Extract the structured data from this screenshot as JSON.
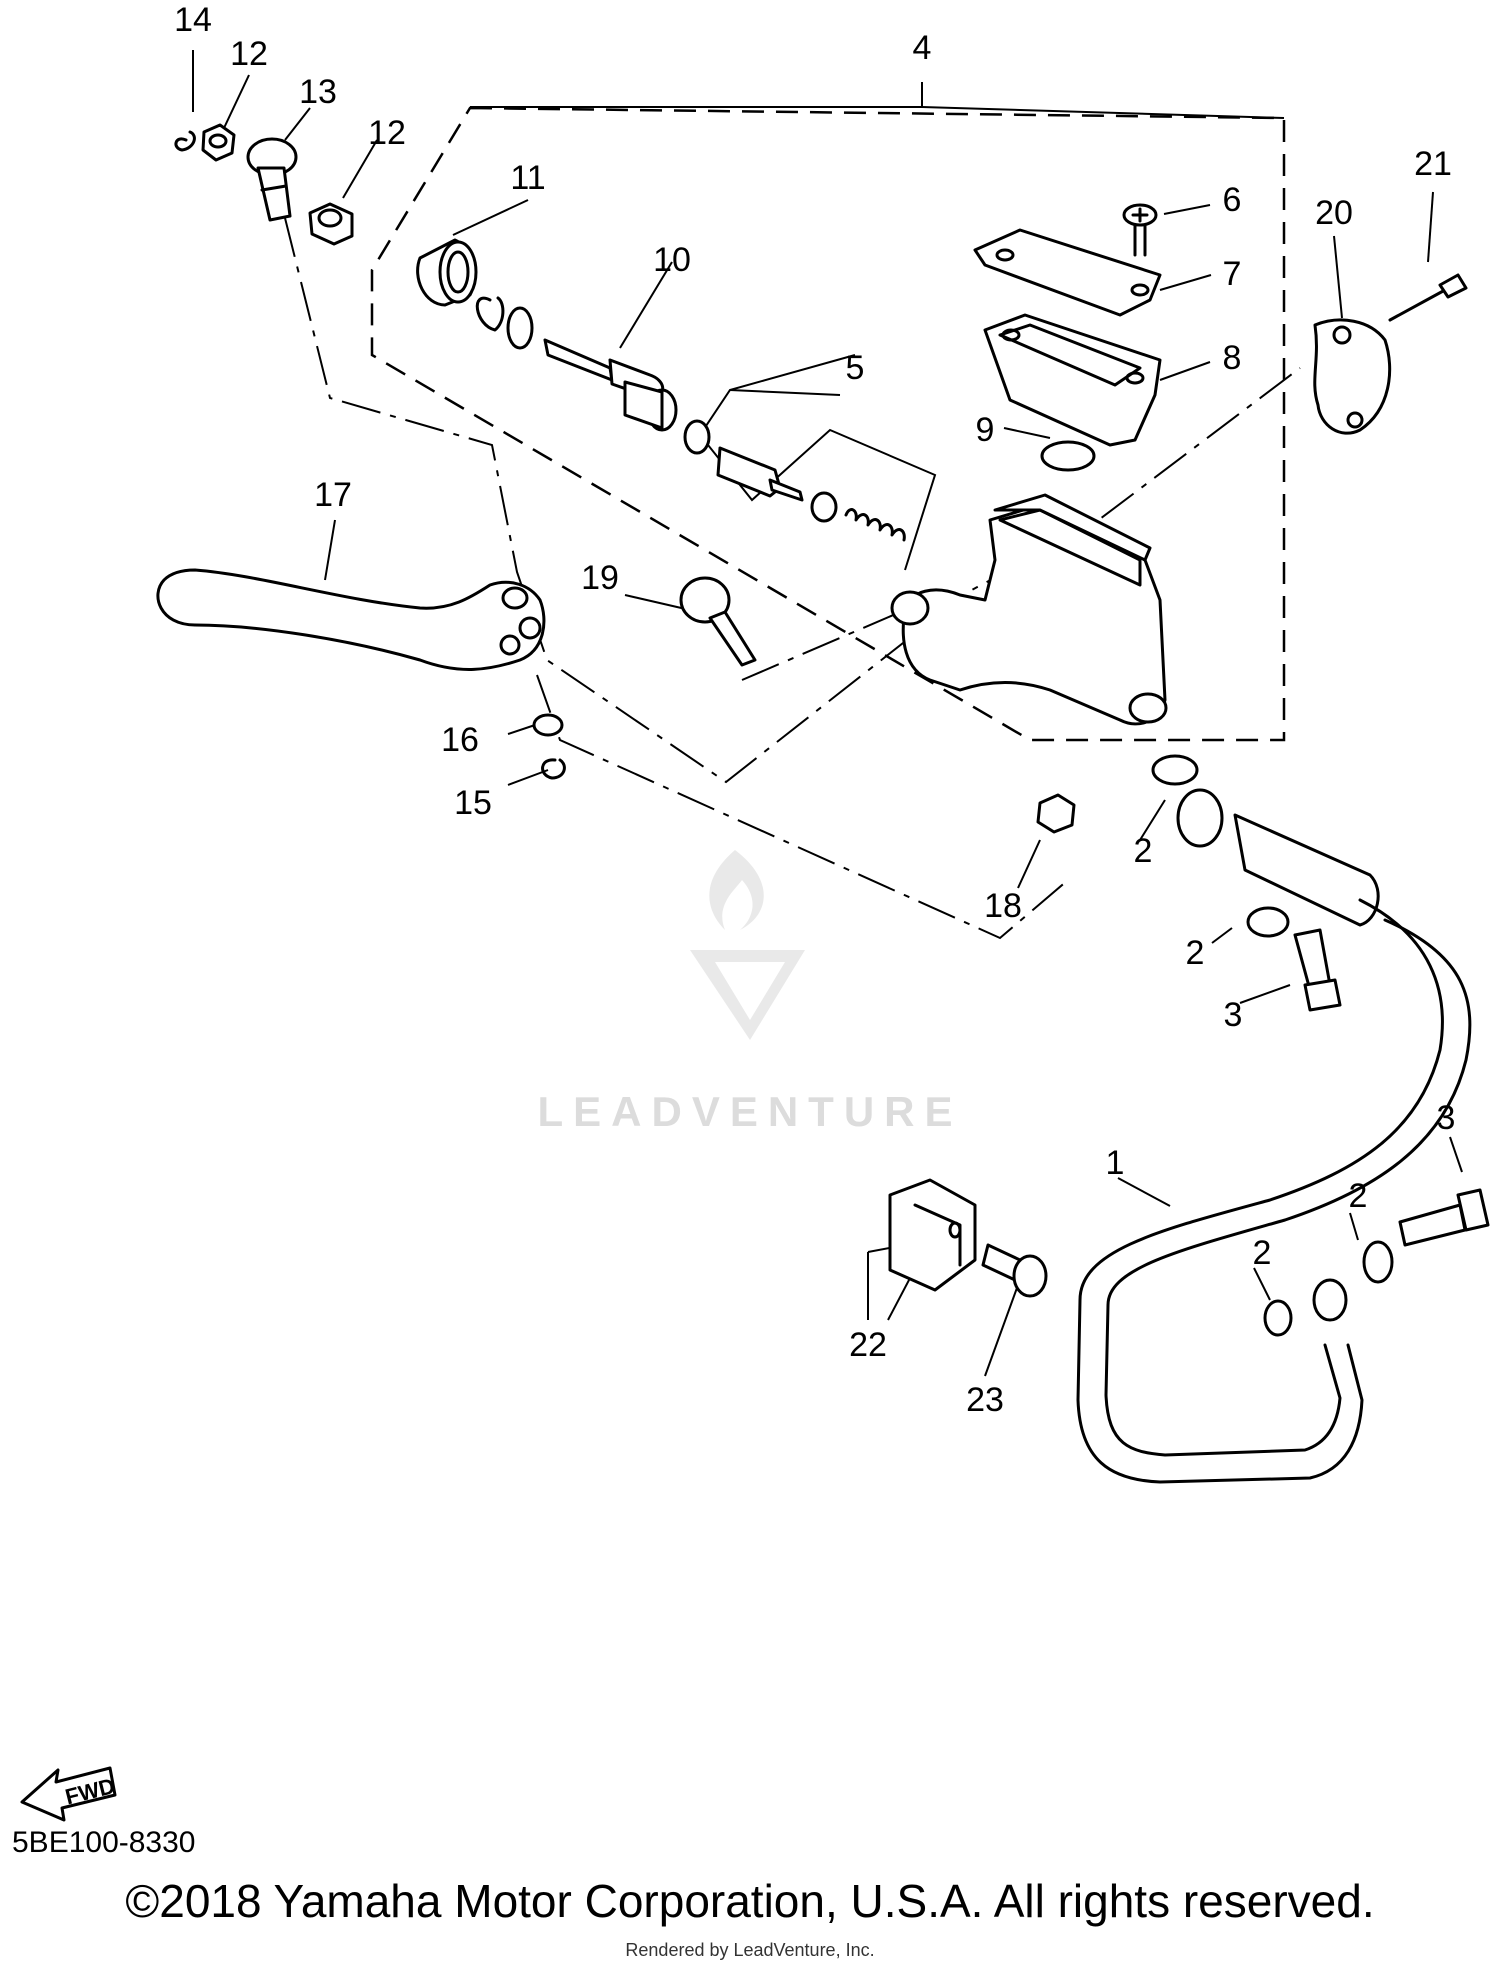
{
  "diagram": {
    "diagram_code": "5BE100-8330",
    "copyright": "©2018 Yamaha Motor Corporation, U.S.A. All rights reserved.",
    "rendered_by": "Rendered by LeadVenture, Inc.",
    "watermark_text": "LEADVENTURE",
    "fwd_label": "FWD",
    "callouts": {
      "c1": "1",
      "c2a": "2",
      "c2b": "2",
      "c2c": "2",
      "c2d": "2",
      "c3a": "3",
      "c3b": "3",
      "c4": "4",
      "c5": "5",
      "c6": "6",
      "c7": "7",
      "c8": "8",
      "c9": "9",
      "c10": "10",
      "c11": "11",
      "c12a": "12",
      "c12b": "12",
      "c13": "13",
      "c14": "14",
      "c15": "15",
      "c16": "16",
      "c17": "17",
      "c18": "18",
      "c19": "19",
      "c20": "20",
      "c21": "21",
      "c22": "22",
      "c23": "23"
    }
  }
}
